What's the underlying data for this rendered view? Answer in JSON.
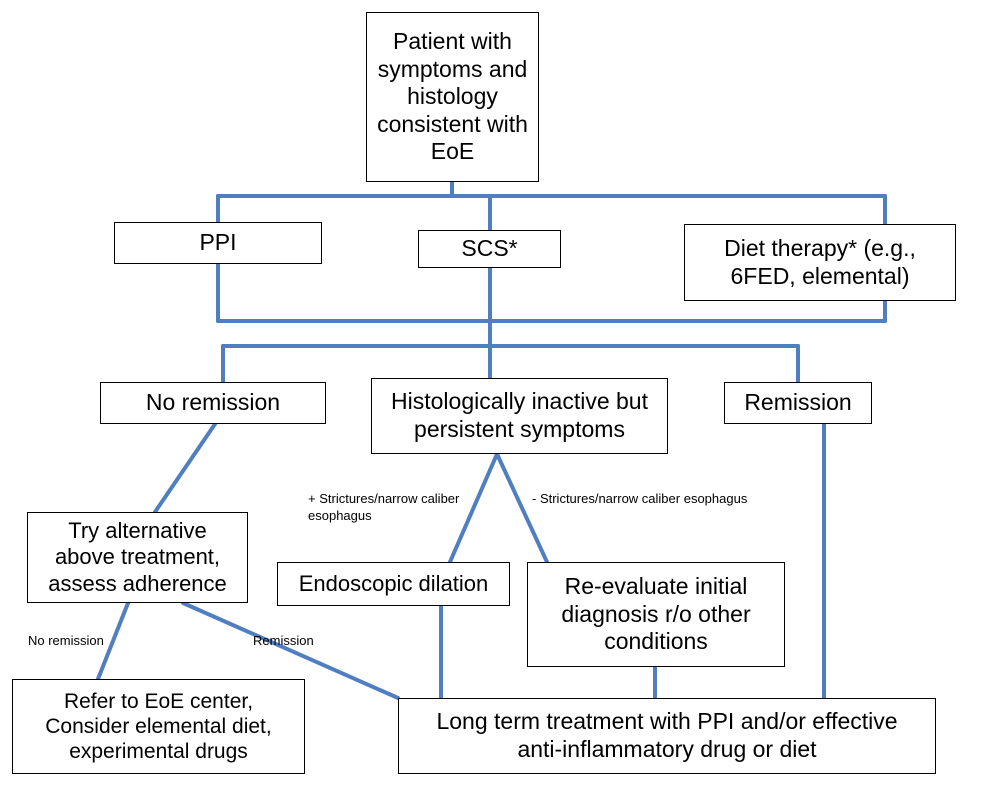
{
  "colors": {
    "connector": "#4f7fc0",
    "border": "#000000",
    "text": "#000000"
  },
  "nodes": {
    "start": "Patient with symptoms and histology consistent with EoE",
    "ppi": "PPI",
    "scs": "SCS*",
    "diet": "Diet therapy* (e.g., 6FED, elemental)",
    "no_remission": "No remission",
    "inactive": "Histologically inactive but persistent symptoms",
    "remission": "Remission",
    "try_alt": "Try alternative above treatment, assess adherence",
    "dilation": "Endoscopic dilation",
    "reevaluate": "Re-evaluate initial diagnosis r/o other conditions",
    "refer": "Refer to EoE center, Consider elemental diet, experimental drugs",
    "long_term": "Long term treatment with PPI and/or effective anti-inflammatory drug or diet"
  },
  "edge_labels": {
    "strictures_plus": "+ Strictures/narrow caliber esophagus",
    "strictures_minus": "- Strictures/narrow caliber esophagus",
    "no_remission_small": "No remission",
    "remission_small": "Remission"
  }
}
